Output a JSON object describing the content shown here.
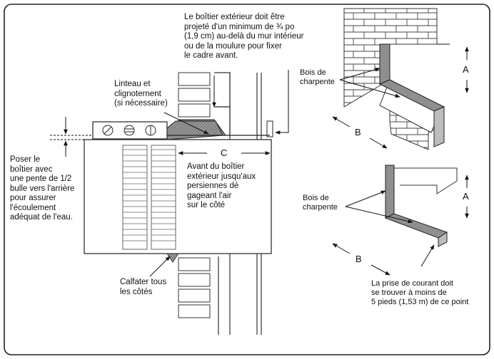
{
  "notes": {
    "outer_case": "Le boîtier extérieur doit être\nprojeté d'un minimum de ¾ po\n(1,9 cm) au-delà du mur intérieur\nou de la moulure pour fixer\nle cadre avant.",
    "lintel": "Linteau et\nclignoternent\n(si nécessaire)",
    "slope": "Poser le\nboîtier avec\nune pente de 1/2\nbulle vers l'arrière\npour assurer\nl'écoulement\nadéquat de l'eau.",
    "front_case": "Avant du boîtier\nextérieur jusqu'aux\npersiennes dé\ngageant l'air\nsur le côté",
    "caulk": "Calfater tous\nles côtés",
    "framing_top": "Bois de\ncharpente",
    "framing_bottom": "Bois de\ncharpente",
    "outlet": "La prise de courant doit\nse trouver à moins de\n5 pieds (1,53 m) de ce point"
  },
  "dimensions": {
    "c": "C",
    "a_top": "A",
    "b_top": "B",
    "a_bottom": "A",
    "b_bottom": "B"
  }
}
